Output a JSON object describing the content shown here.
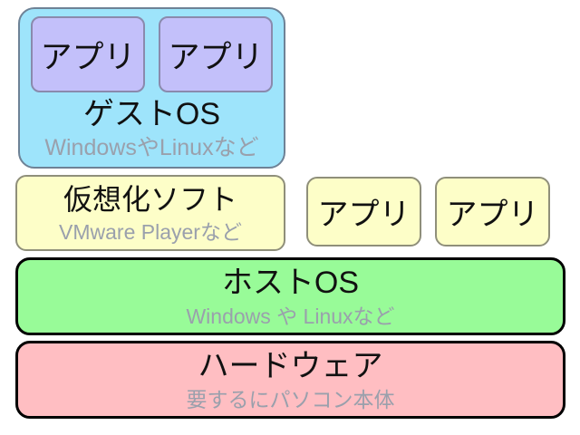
{
  "diagram": {
    "name": "virtualization-stack-diagram",
    "guest_os": {
      "apps": [
        "アプリ",
        "アプリ"
      ],
      "title": "ゲストOS",
      "subtitle": "WindowsやLinuxなど"
    },
    "virtualization": {
      "title": "仮想化ソフト",
      "subtitle": "VMware Playerなど"
    },
    "host_apps": [
      "アプリ",
      "アプリ"
    ],
    "host_os": {
      "title": "ホストOS",
      "subtitle": "Windows や Linuxなど"
    },
    "hardware": {
      "title": "ハードウェア",
      "subtitle": "要するにパソコン本体"
    },
    "colors": {
      "guest_os_bg": "#9ee4fb",
      "guest_os_border": "#6e8296",
      "app_purple_bg": "#c3c0fa",
      "app_purple_border": "#8a8aad",
      "yellow_bg": "#fdfec8",
      "yellow_border": "#8f8f7a",
      "host_os_bg": "#98fb98",
      "hardware_bg": "#ffbec2",
      "outer_border": "#000000",
      "subtitle_text": "#9aa0ac",
      "title_text": "#111111",
      "page_bg": "#ffffff"
    }
  }
}
